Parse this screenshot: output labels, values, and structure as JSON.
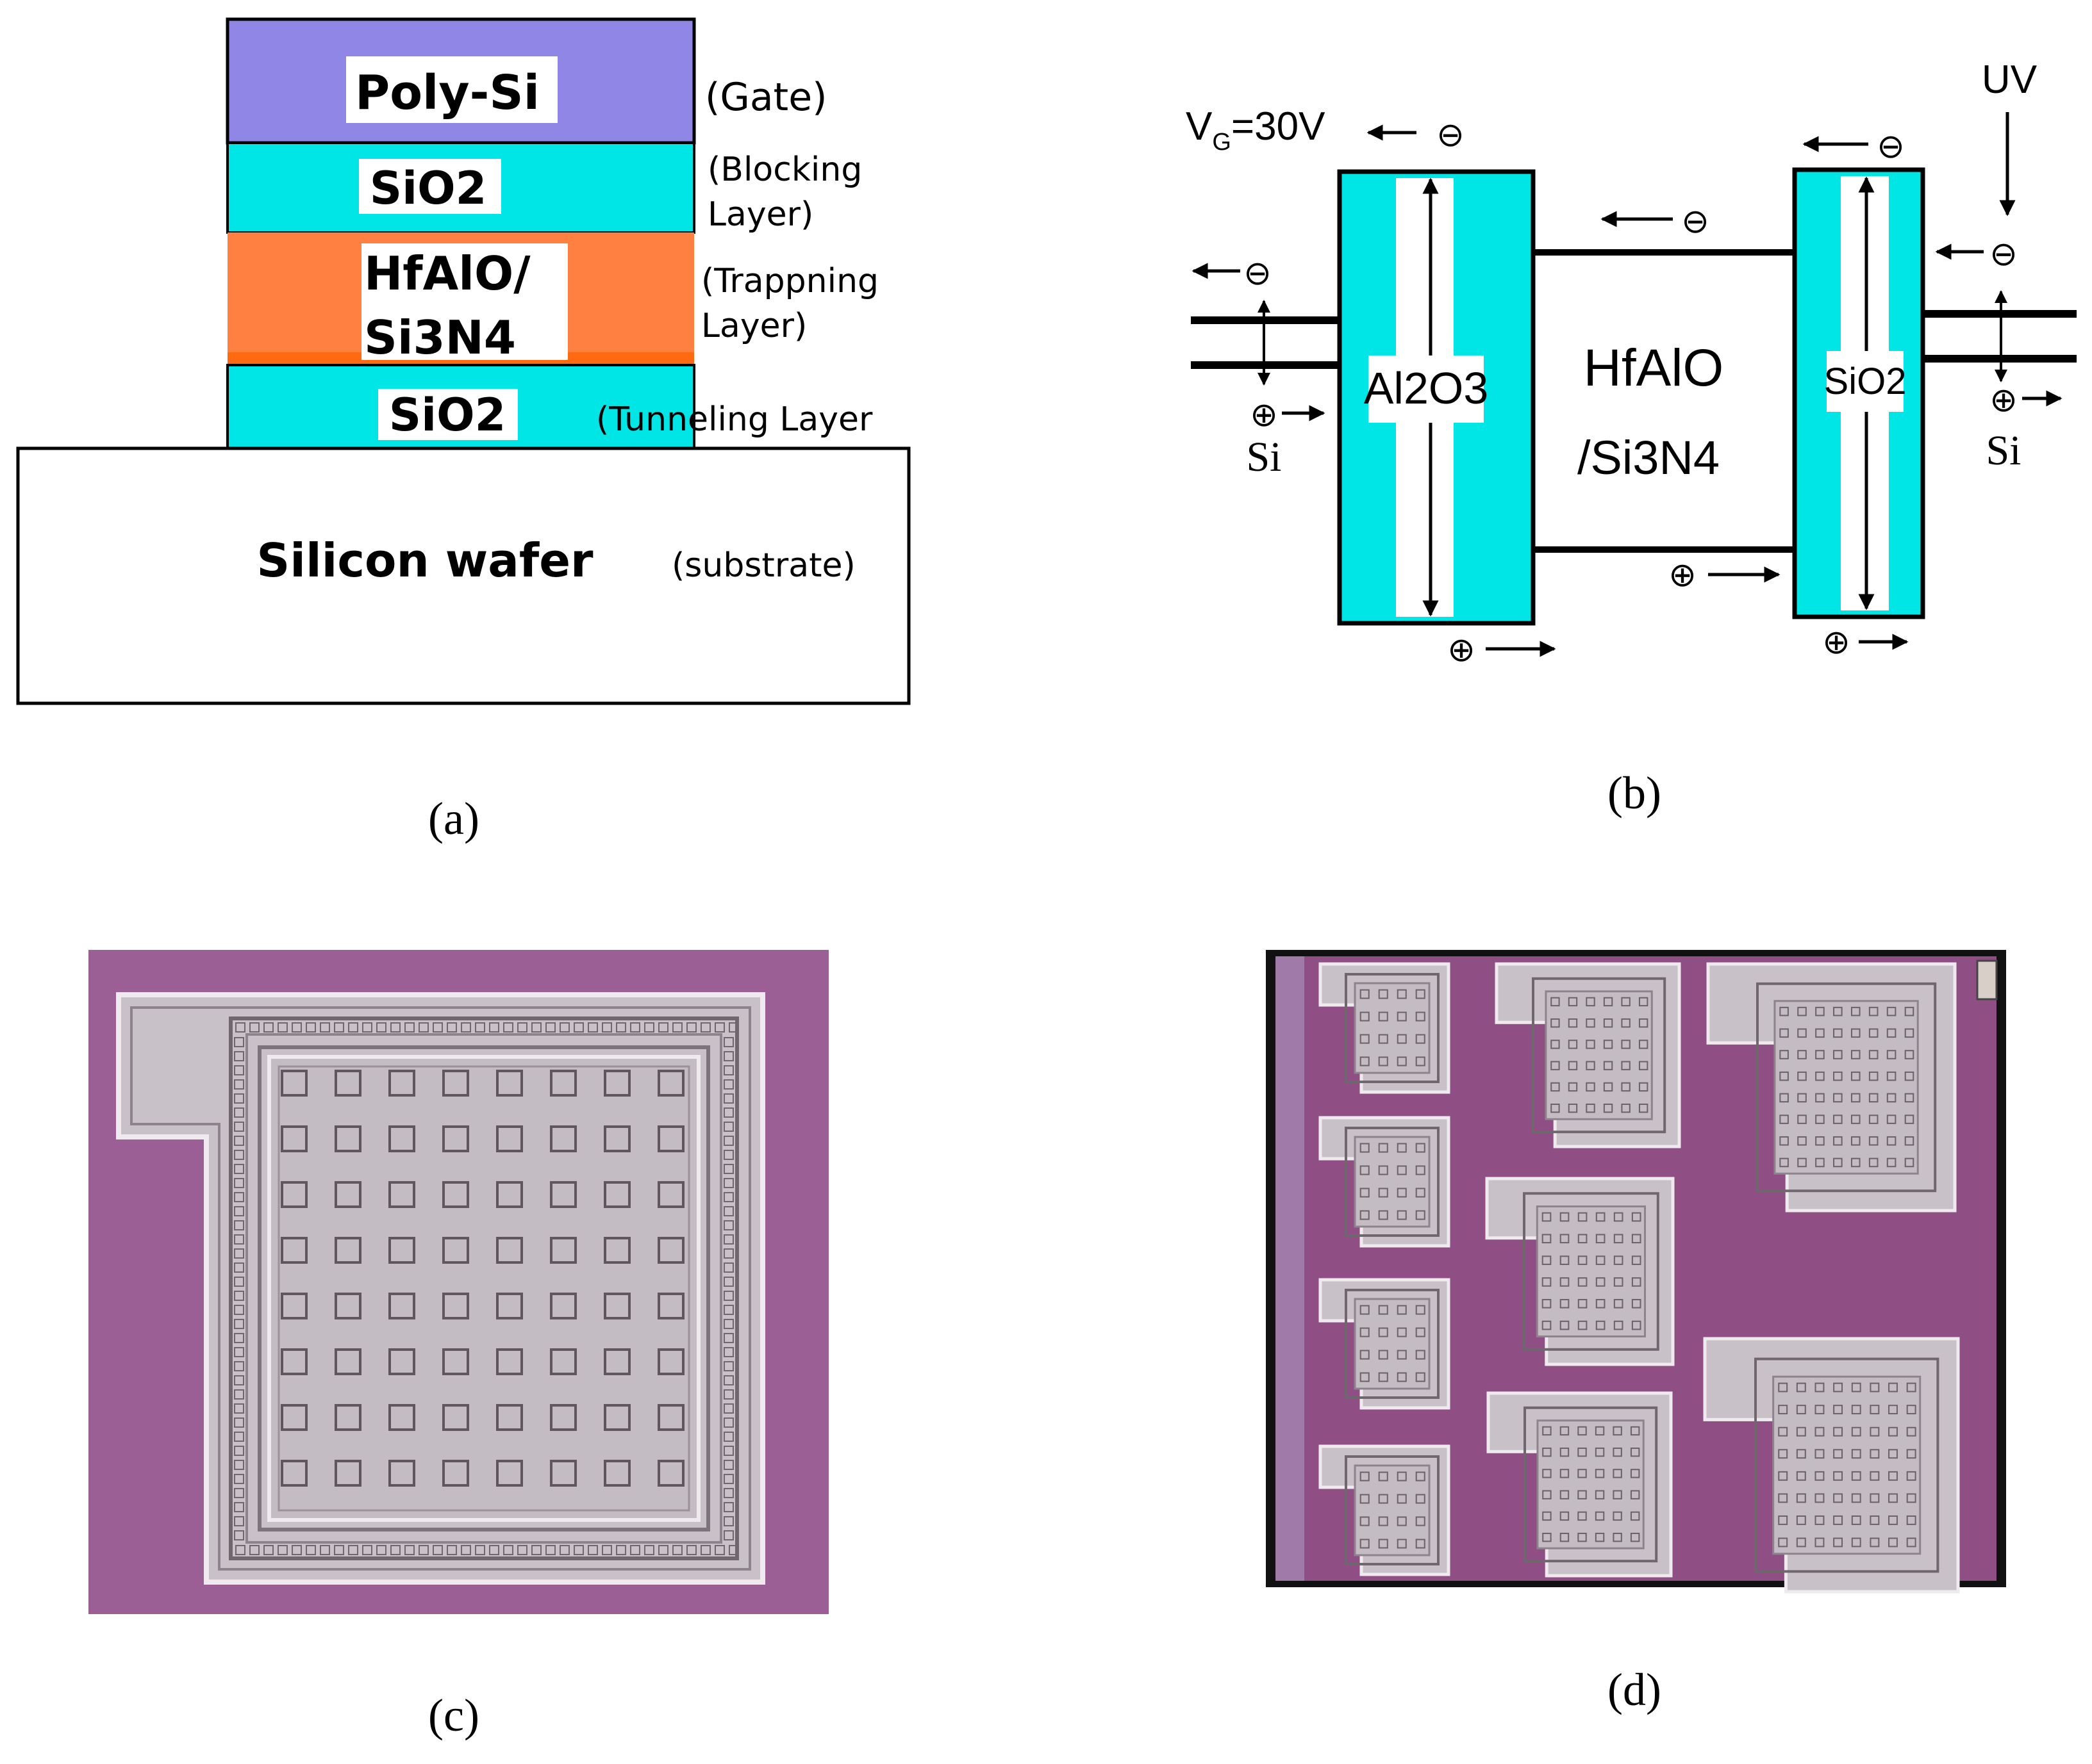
{
  "panel_a": {
    "layers": {
      "gate": "Poly-Si",
      "blocking": "SiO2",
      "trapping_1": "HfAlO/",
      "trapping_2": "Si3N4",
      "tunneling": "SiO2",
      "substrate": "Silicon wafer"
    },
    "notes": {
      "gate": "(Gate)",
      "blocking_1": "(Blocking",
      "blocking_2": "Layer)",
      "trapping_1": "(Trappning",
      "trapping_2": "Layer)",
      "tunneling": "(Tunneling Layer",
      "substrate": "(substrate)"
    },
    "caption": "(a)"
  },
  "panel_b": {
    "gate_voltage_symbol": "V",
    "gate_voltage_sub": "G",
    "gate_voltage_value": "=30V",
    "uv": "UV",
    "left_oxide": "Al2O3",
    "trap_1": "HfAlO",
    "trap_2": "/Si3N4",
    "right_oxide": "SiO2",
    "si_left": "Si",
    "si_right": "Si",
    "electron_symbol": "⊖",
    "hole_symbol": "⊕",
    "caption": "(b)"
  },
  "panel_c": {
    "caption": "(c)"
  },
  "panel_d": {
    "caption": "(d)"
  },
  "colors": {
    "poly_si": "#8f86e6",
    "oxide": "#00e5e5",
    "trapping": "#ff8040",
    "micrograph_bg": "#9c5f95",
    "pad": "#c9c1c8"
  }
}
